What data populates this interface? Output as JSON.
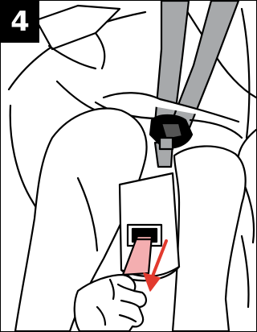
{
  "step_number": "4",
  "colors": {
    "ink": "#000000",
    "paper": "#ffffff",
    "harness_strap": "#a7a9ab",
    "tab_fill": "#f4aeb0",
    "arrow": "#e23a2e",
    "badge_bg": "#000000",
    "badge_text": "#ffffff"
  },
  "figure": {
    "elements": [
      "harness-straps",
      "chest-clip",
      "child-torso",
      "child-legs",
      "seat-shell",
      "crotch-buckle",
      "buckle-release-tab",
      "adult-hand",
      "pull-direction-arrow"
    ],
    "action": "pull-down"
  }
}
